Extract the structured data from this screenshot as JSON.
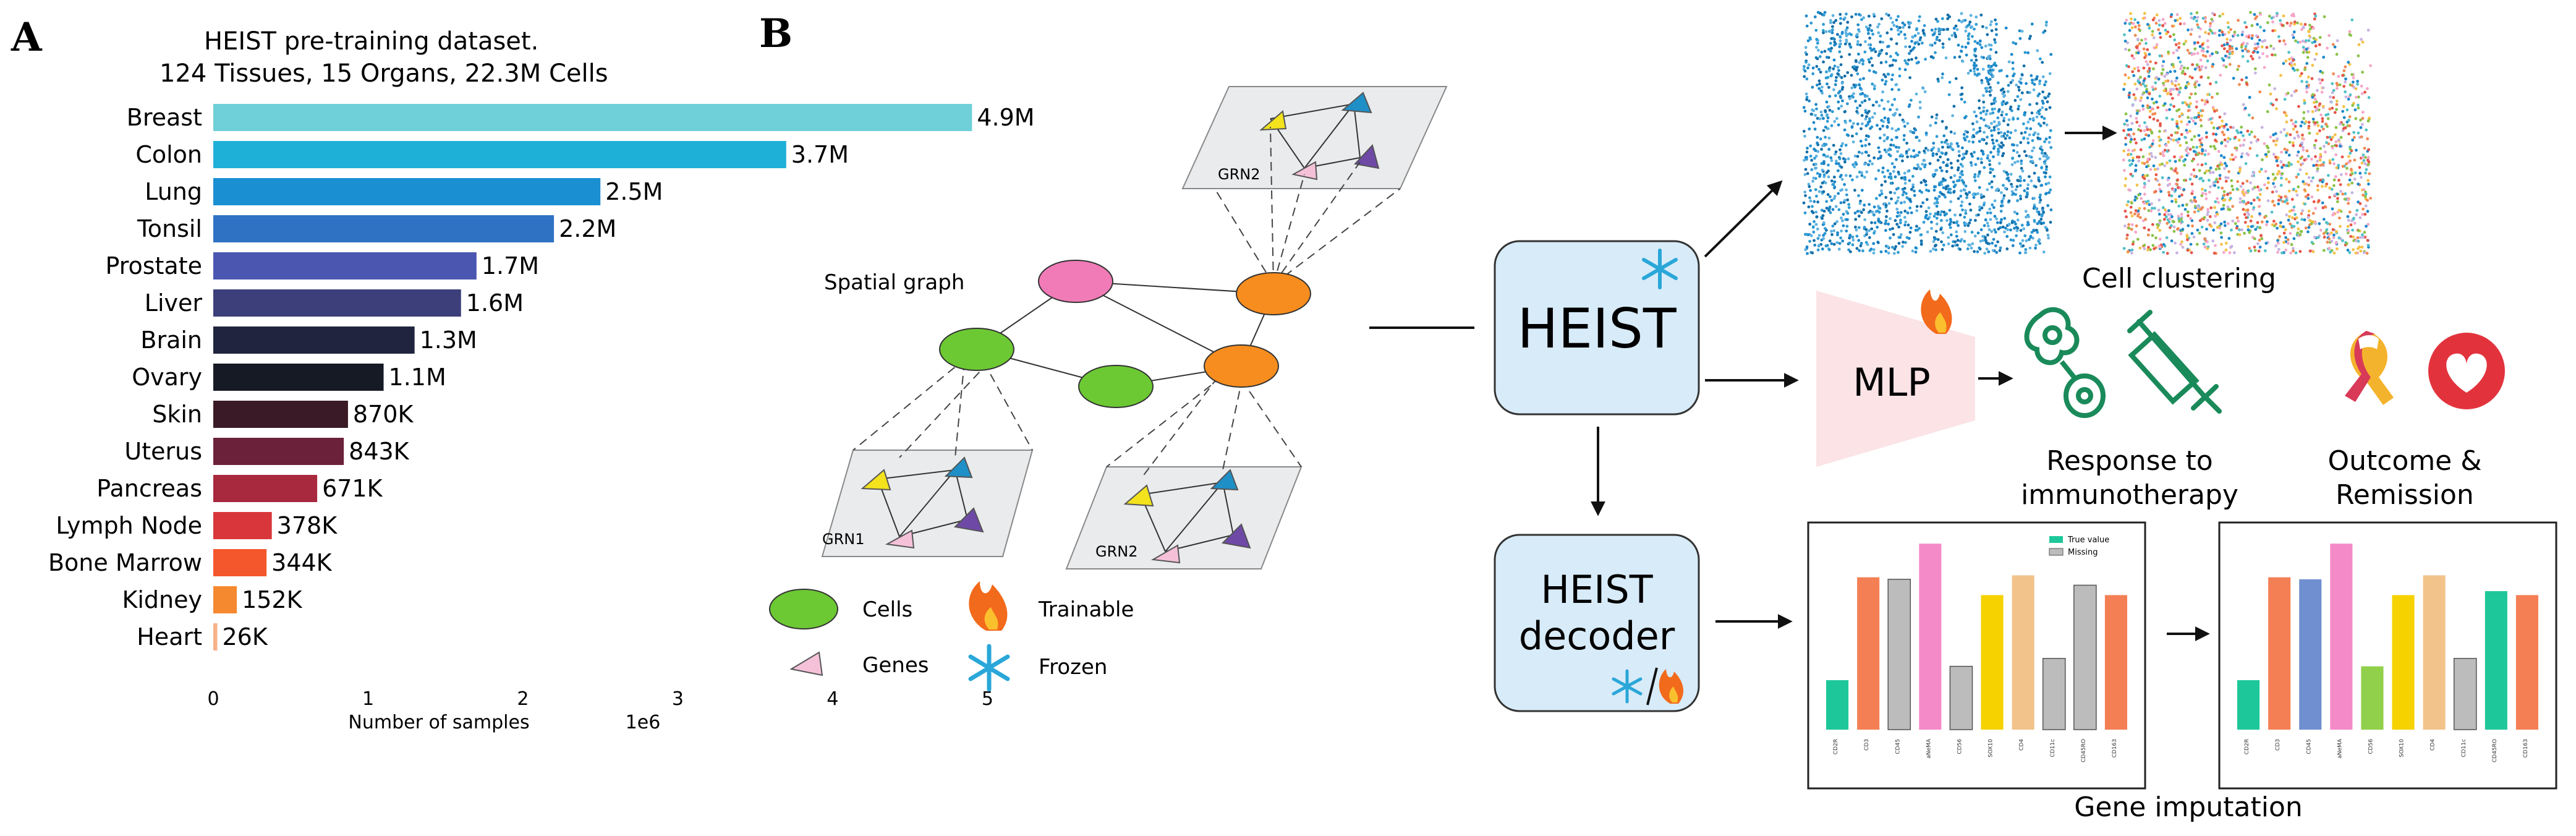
{
  "panel_a": {
    "letter": "A",
    "title_line1": "HEIST pre-training dataset.",
    "title_line2": "124 Tissues, 15 Organs, 22.3M Cells"
  },
  "chart_data": [
    {
      "type": "bar",
      "orientation": "horizontal",
      "title": "HEIST pre-training dataset. 124 Tissues, 15 Organs, 22.3M Cells",
      "xlabel": "Number of samples",
      "x_scale_label": "1e6",
      "xlim": [
        0,
        5.15
      ],
      "xticks": [
        0,
        1,
        2,
        3,
        4,
        5
      ],
      "grid": false,
      "categories": [
        "Breast",
        "Colon",
        "Lung",
        "Tonsil",
        "Prostate",
        "Liver",
        "Brain",
        "Ovary",
        "Skin",
        "Uterus",
        "Pancreas",
        "Lymph Node",
        "Bone Marrow",
        "Kidney",
        "Heart"
      ],
      "values": [
        4.9,
        3.7,
        2.5,
        2.2,
        1.7,
        1.6,
        1.3,
        1.1,
        0.87,
        0.843,
        0.671,
        0.378,
        0.344,
        0.152,
        0.026
      ],
      "data_labels": [
        "4.9M",
        "3.7M",
        "2.5M",
        "2.2M",
        "1.7M",
        "1.6M",
        "1.3M",
        "1.1M",
        "870K",
        "843K",
        "671K",
        "378K",
        "344K",
        "152K",
        "26K"
      ],
      "colors": [
        "#6fd0d9",
        "#1fb0d8",
        "#1a8fd2",
        "#2f72c4",
        "#4a56b0",
        "#3d3f7a",
        "#20243e",
        "#161a24",
        "#3a1a26",
        "#6b2139",
        "#a8283e",
        "#d9363b",
        "#f4572b",
        "#f5892f",
        "#f7b28a"
      ]
    },
    {
      "type": "bar",
      "title": "",
      "legend": [
        "True value",
        "Missing"
      ],
      "legend_placement": "top-right",
      "categories": [
        "CD2R",
        "CD3",
        "CD45",
        "aNeMA",
        "CD56",
        "SOX10",
        "CD4",
        "CD11c",
        "CD45RO",
        "CD163"
      ],
      "values": [
        0.25,
        0.77,
        0.76,
        0.94,
        0.32,
        0.68,
        0.78,
        0.36,
        0.73,
        0.68
      ],
      "ylim": [
        0,
        1.0
      ],
      "colors": [
        "#1ec79a",
        "#f47f55",
        "#bcbcbc",
        "#f58ac9",
        "#bcbcbc",
        "#f5d200",
        "#f2c38a",
        "#bcbcbc",
        "#bcbcbc",
        "#f47f55"
      ]
    },
    {
      "type": "bar",
      "title": "",
      "categories": [
        "CD2R",
        "CD3",
        "CD45",
        "aNeMA",
        "CD56",
        "SOX10",
        "CD4",
        "CD11c",
        "CD45RO",
        "CD163"
      ],
      "values": [
        0.25,
        0.77,
        0.76,
        0.94,
        0.32,
        0.68,
        0.78,
        0.36,
        0.7,
        0.68
      ],
      "ylim": [
        0,
        1.0
      ],
      "colors": [
        "#1ec79a",
        "#f47f55",
        "#6f8fd0",
        "#f58ac9",
        "#90d04a",
        "#f5d200",
        "#f2c38a",
        "#bcbcbc",
        "#1ec79a",
        "#f47f55"
      ]
    }
  ],
  "panel_b": {
    "letter": "B",
    "spatial_graph_label": "Spatial graph",
    "grn1_label": "GRN1",
    "grn2_label": "GRN2",
    "grn2_top_label": "GRN2",
    "legend": {
      "cells": "Cells",
      "genes": "Genes",
      "trainable": "Trainable",
      "frozen": "Frozen"
    },
    "heist_label": "HEIST",
    "decoder_line1": "HEIST",
    "decoder_line2": "decoder",
    "mlp_label": "MLP",
    "cell_clustering": "Cell clustering",
    "response_line1": "Response to",
    "response_line2": "immunotherapy",
    "outcome_line1": "Outcome &",
    "outcome_line2": "Remission",
    "gene_imputation": "Gene imputation",
    "imputation_legend": [
      "True value",
      "Missing"
    ],
    "colors": {
      "cell_green": "#6cc933",
      "cell_pink": "#f07bb6",
      "cell_orange": "#f78d1e",
      "box_fill": "#d8ebf8",
      "gene_yellow": "#f3e21c",
      "gene_blue": "#1f8fc7",
      "gene_purple": "#6e49a6",
      "gene_pink": "#f5c1d9",
      "teal_icon": "#1a8a5a",
      "mlp_fill": "#fbe3e6"
    }
  }
}
